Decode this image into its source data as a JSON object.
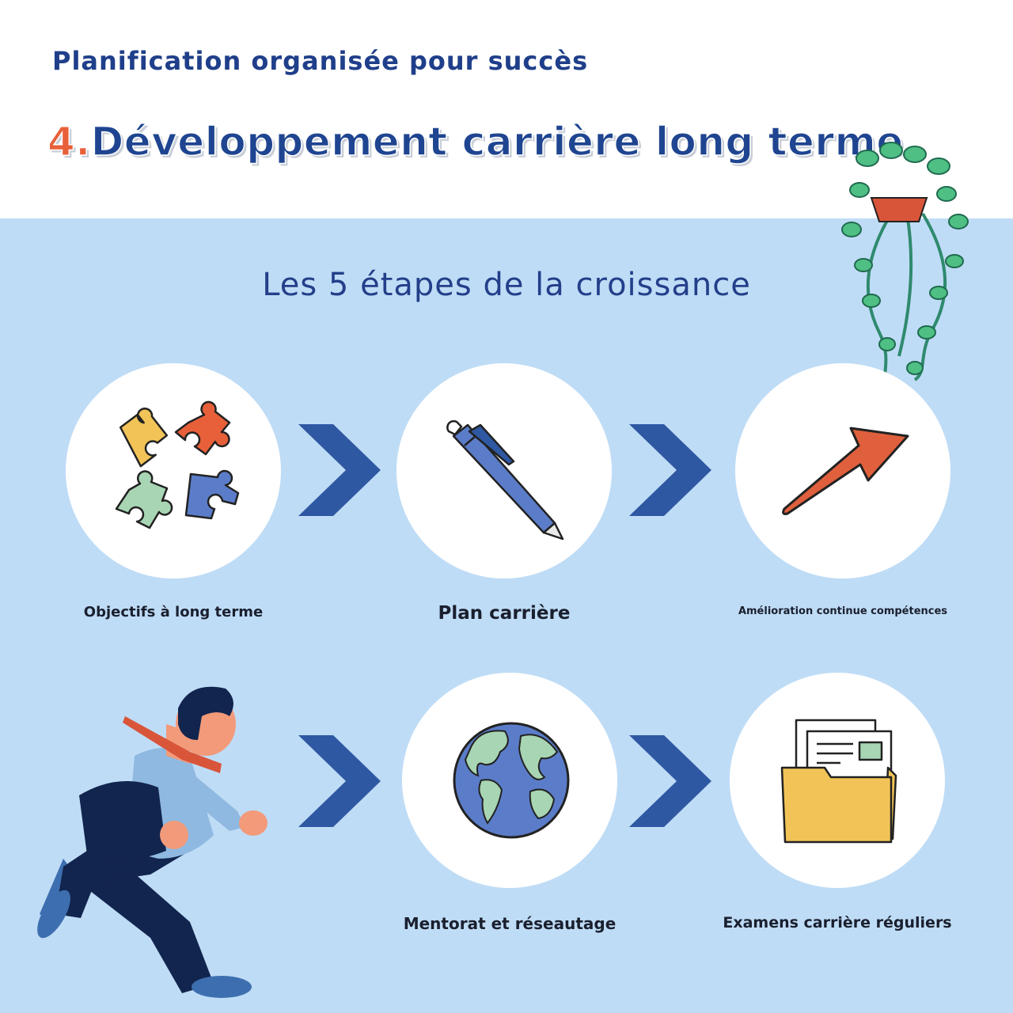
{
  "header": {
    "supertitle": "Planification organisée pour succès",
    "title_number": "4.",
    "title_text": "Développement carrière long terme"
  },
  "section": {
    "subtitle": "Les 5 étapes de la croissance"
  },
  "steps": [
    {
      "label": "Objectifs à long terme",
      "icon": "puzzle-pieces-icon"
    },
    {
      "label": "Plan carrière",
      "icon": "pen-icon"
    },
    {
      "label": "Amélioration continue compétences",
      "icon": "arrow-up-right-icon"
    },
    {
      "label": "Mentorat et réseautage",
      "icon": "globe-icon"
    },
    {
      "label": "Examens carrière réguliers",
      "icon": "folder-documents-icon"
    }
  ],
  "colors": {
    "navy": "#1f4591",
    "accent_orange": "#e8603a",
    "background_blue": "#bfdcf6",
    "chevron_blue": "#2f58a3"
  }
}
